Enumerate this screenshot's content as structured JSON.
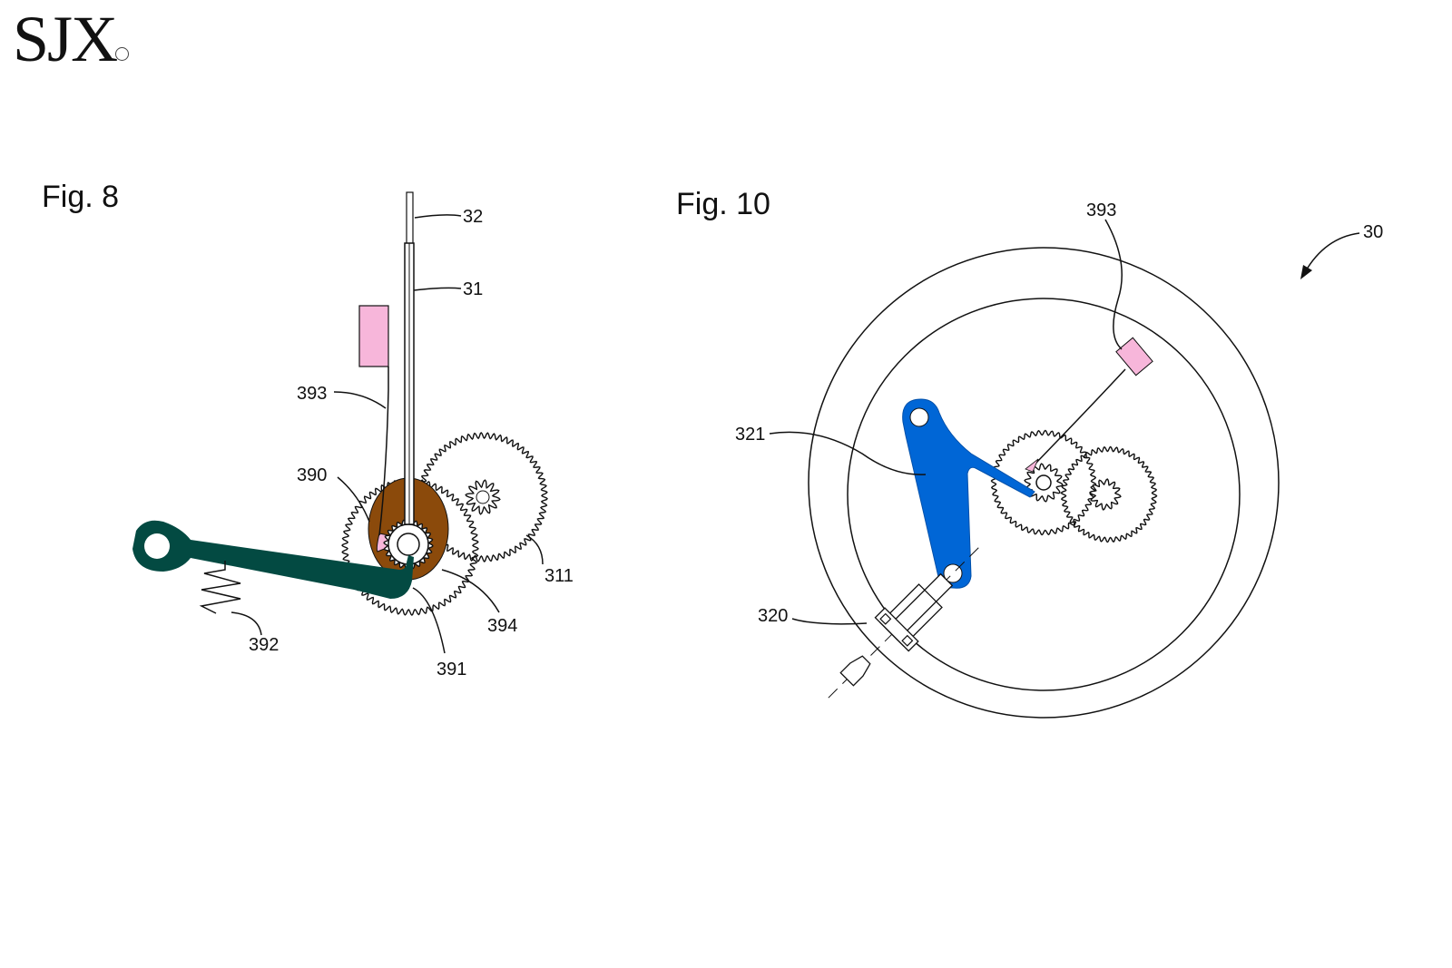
{
  "logo": {
    "text": "SJX"
  },
  "fig8": {
    "title": "Fig. 8",
    "labels": {
      "l32": "32",
      "l31": "31",
      "l393": "393",
      "l390": "390",
      "l311": "311",
      "l394": "394",
      "l392": "392",
      "l391": "391"
    },
    "colors": {
      "cam": "#8B4A0B",
      "lever": "#034A42",
      "pink": "#F7B6DA"
    }
  },
  "fig10": {
    "title": "Fig. 10",
    "labels": {
      "l393": "393",
      "l30": "30",
      "l321": "321",
      "l320": "320"
    },
    "colors": {
      "lever": "#0066D6",
      "pink": "#F7B6DA"
    }
  }
}
